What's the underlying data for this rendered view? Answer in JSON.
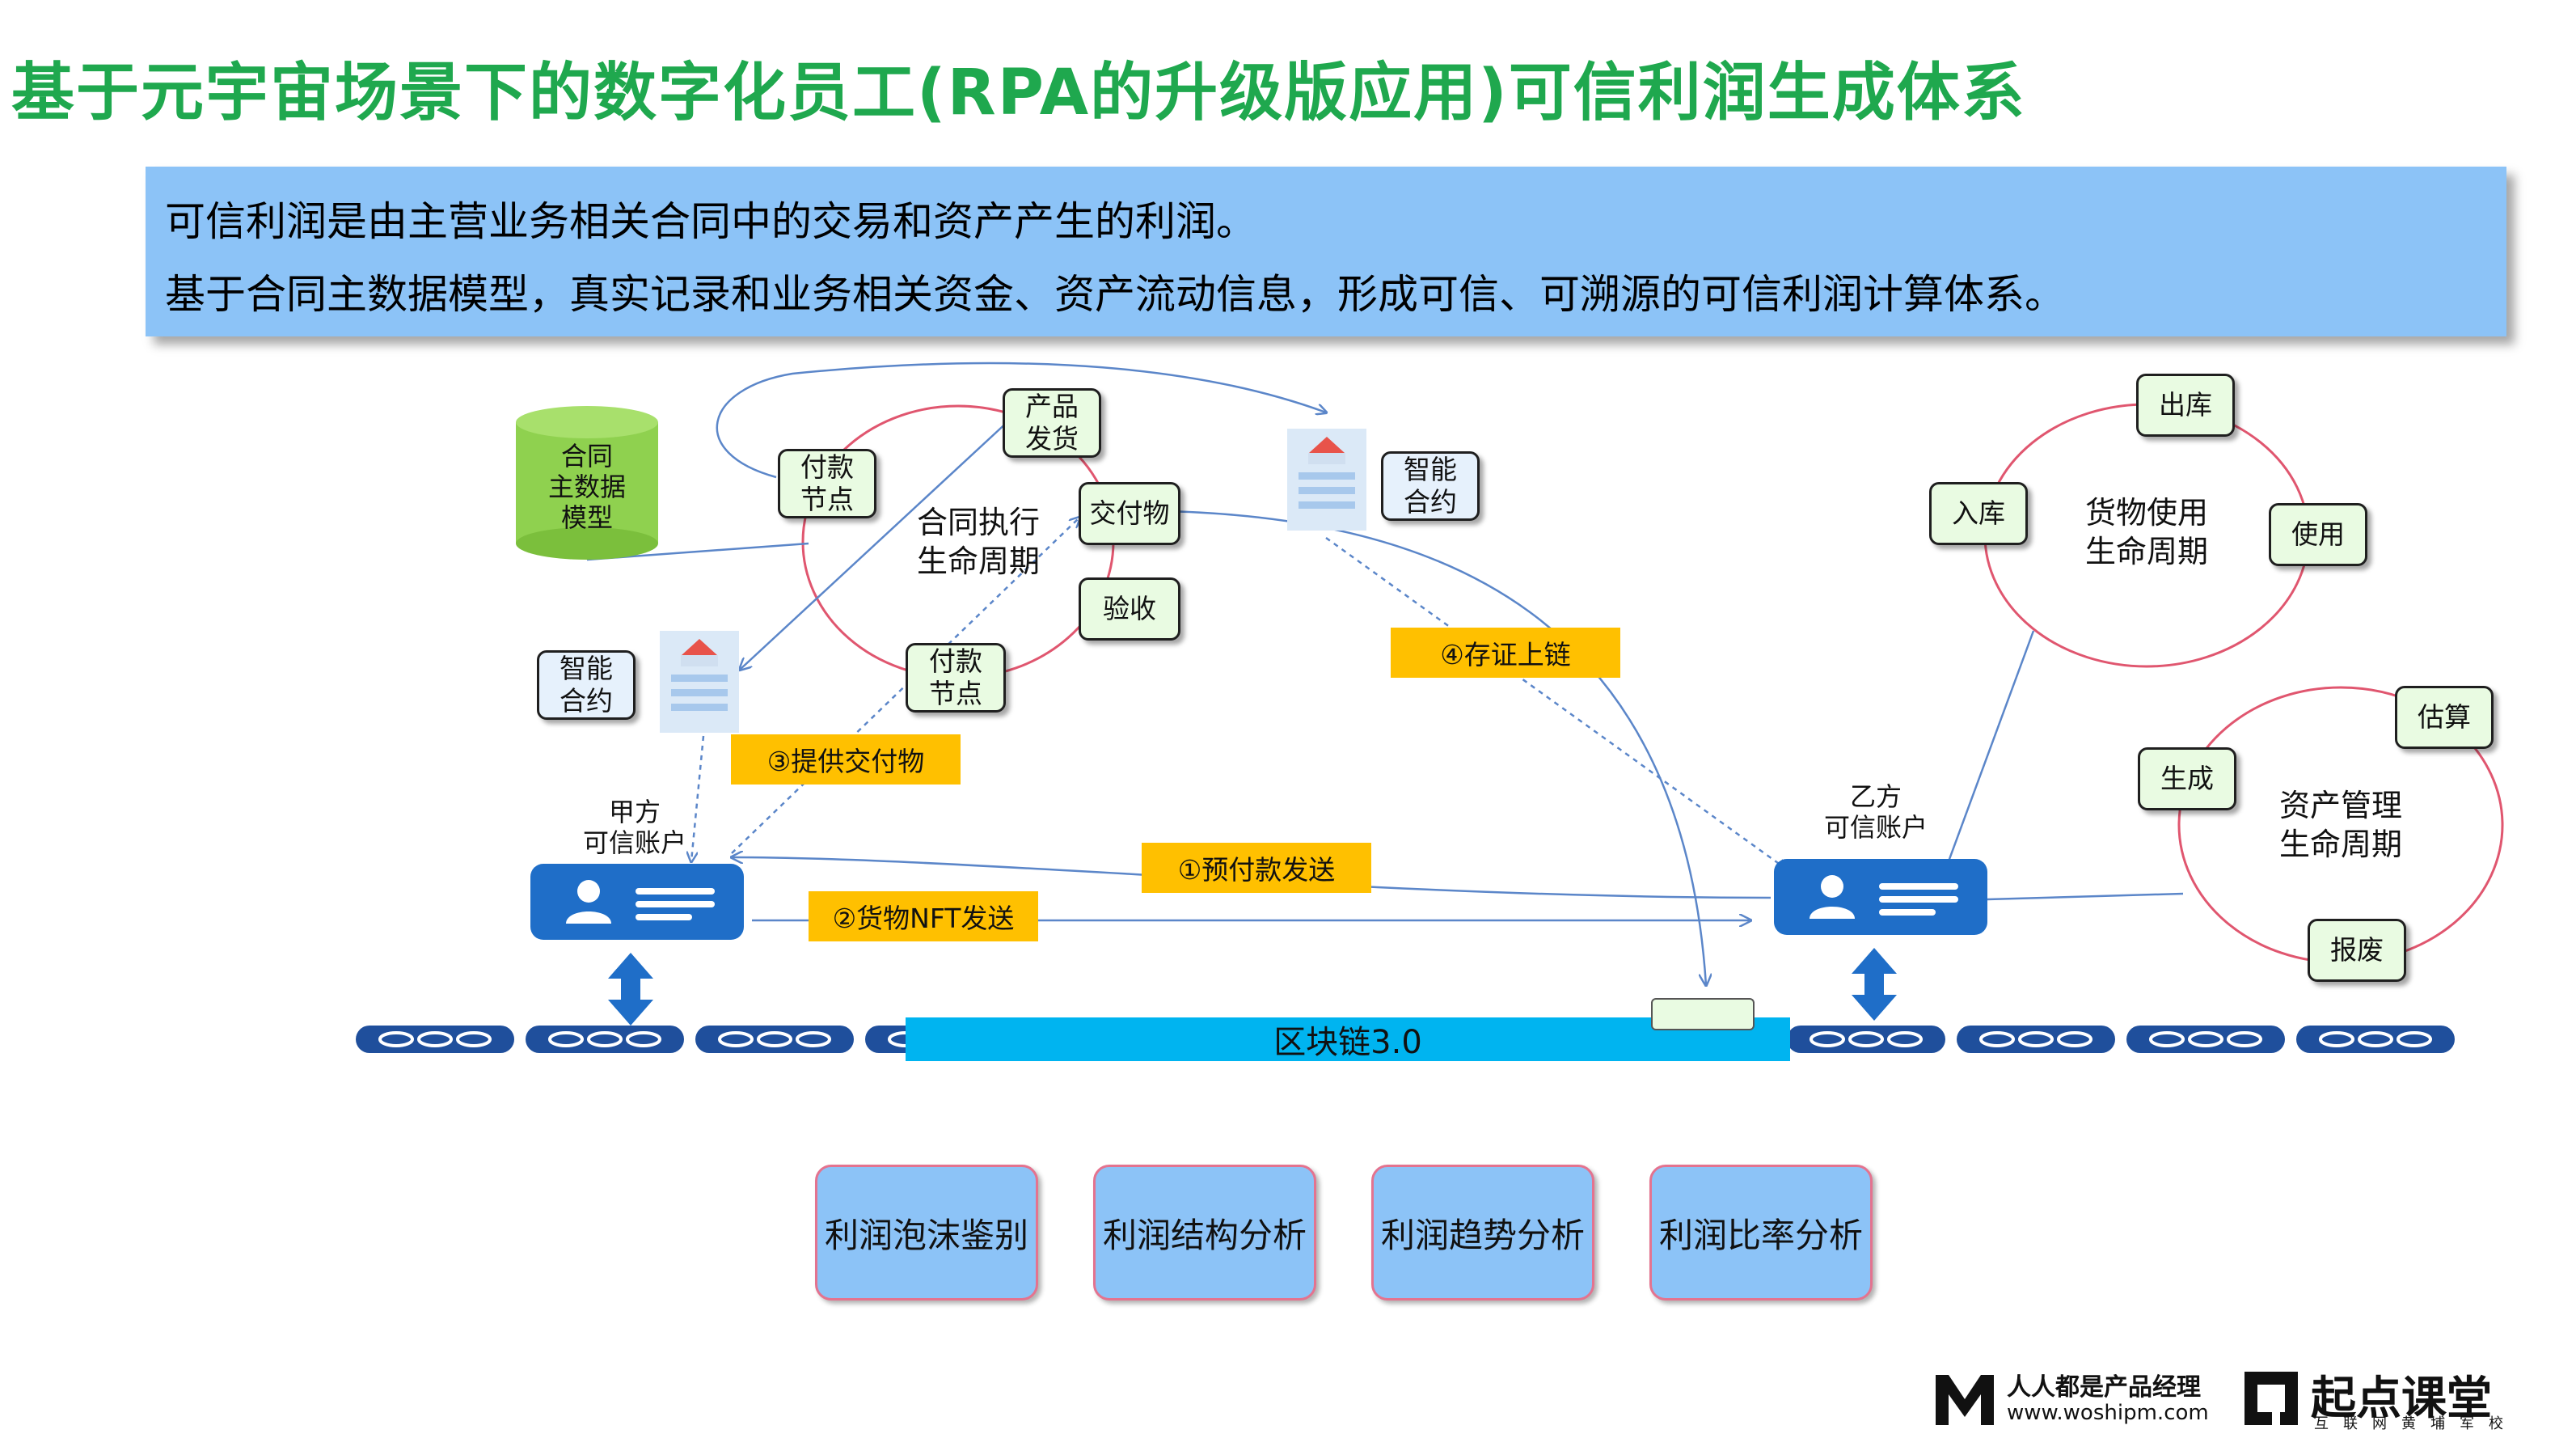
{
  "title": "基于元宇宙场景下的数字化员工(RPA的升级版应用)可信利润生成体系",
  "intro": {
    "line1": "可信利润是由主营业务相关合同中的交易和资产产生的利润。",
    "line2": "基于合同主数据模型，真实记录和业务相关资金、资产流动信息，形成可信、可溯源的可信利润计算体系。"
  },
  "master_data": {
    "line1": "合同",
    "line2": "主数据",
    "line3": "模型"
  },
  "contract_cycle": {
    "label1": "合同执行",
    "label2": "生命周期",
    "nodes": {
      "payment_top": {
        "l1": "付款",
        "l2": "节点"
      },
      "product_ship": {
        "l1": "产品",
        "l2": "发货"
      },
      "deliverable": "交付物",
      "acceptance": "验收",
      "payment_bottom": {
        "l1": "付款",
        "l2": "节点"
      }
    }
  },
  "smart_contract": {
    "l1": "智能",
    "l2": "合约"
  },
  "party_a": {
    "l1": "甲方",
    "l2": "可信账户"
  },
  "party_b": {
    "l1": "乙方",
    "l2": "可信账户"
  },
  "callouts": {
    "step1": "①预付款发送",
    "step2": "②货物NFT发送",
    "step3": "③提供交付物",
    "step4": "④存证上链"
  },
  "goods_cycle": {
    "label1": "货物使用",
    "label2": "生命周期",
    "nodes": {
      "out": "出库",
      "in": "入库",
      "use": "使用"
    }
  },
  "asset_cycle": {
    "label1": "资产管理",
    "label2": "生命周期",
    "nodes": {
      "estimate": "估算",
      "generate": "生成",
      "scrap": "报废"
    }
  },
  "blockchain": "区块链3.0",
  "analysis": [
    "利润泡沫鉴别",
    "利润结构分析",
    "利润趋势分析",
    "利润比率分析"
  ],
  "brand": {
    "name": "人人都是产品经理",
    "url": "www.woshipm.com",
    "course": "起点课堂",
    "course_sub": "互联网黄埔军校"
  },
  "colors": {
    "title_green": "#1fa84e",
    "panel_blue": "#8cc3f7",
    "callout_orange": "#ffc000",
    "tag_green": "#e9fbe2",
    "ring_red": "#e0566f",
    "account_blue": "#1f6ec8",
    "chain_cyan": "#00b4f0",
    "db_green": "#8fd14f"
  },
  "icons": [
    "database-icon",
    "smart-contract-document-icon",
    "account-card-icon",
    "double-arrow-icon",
    "chain-link-icon",
    "brand-logo-icon"
  ]
}
